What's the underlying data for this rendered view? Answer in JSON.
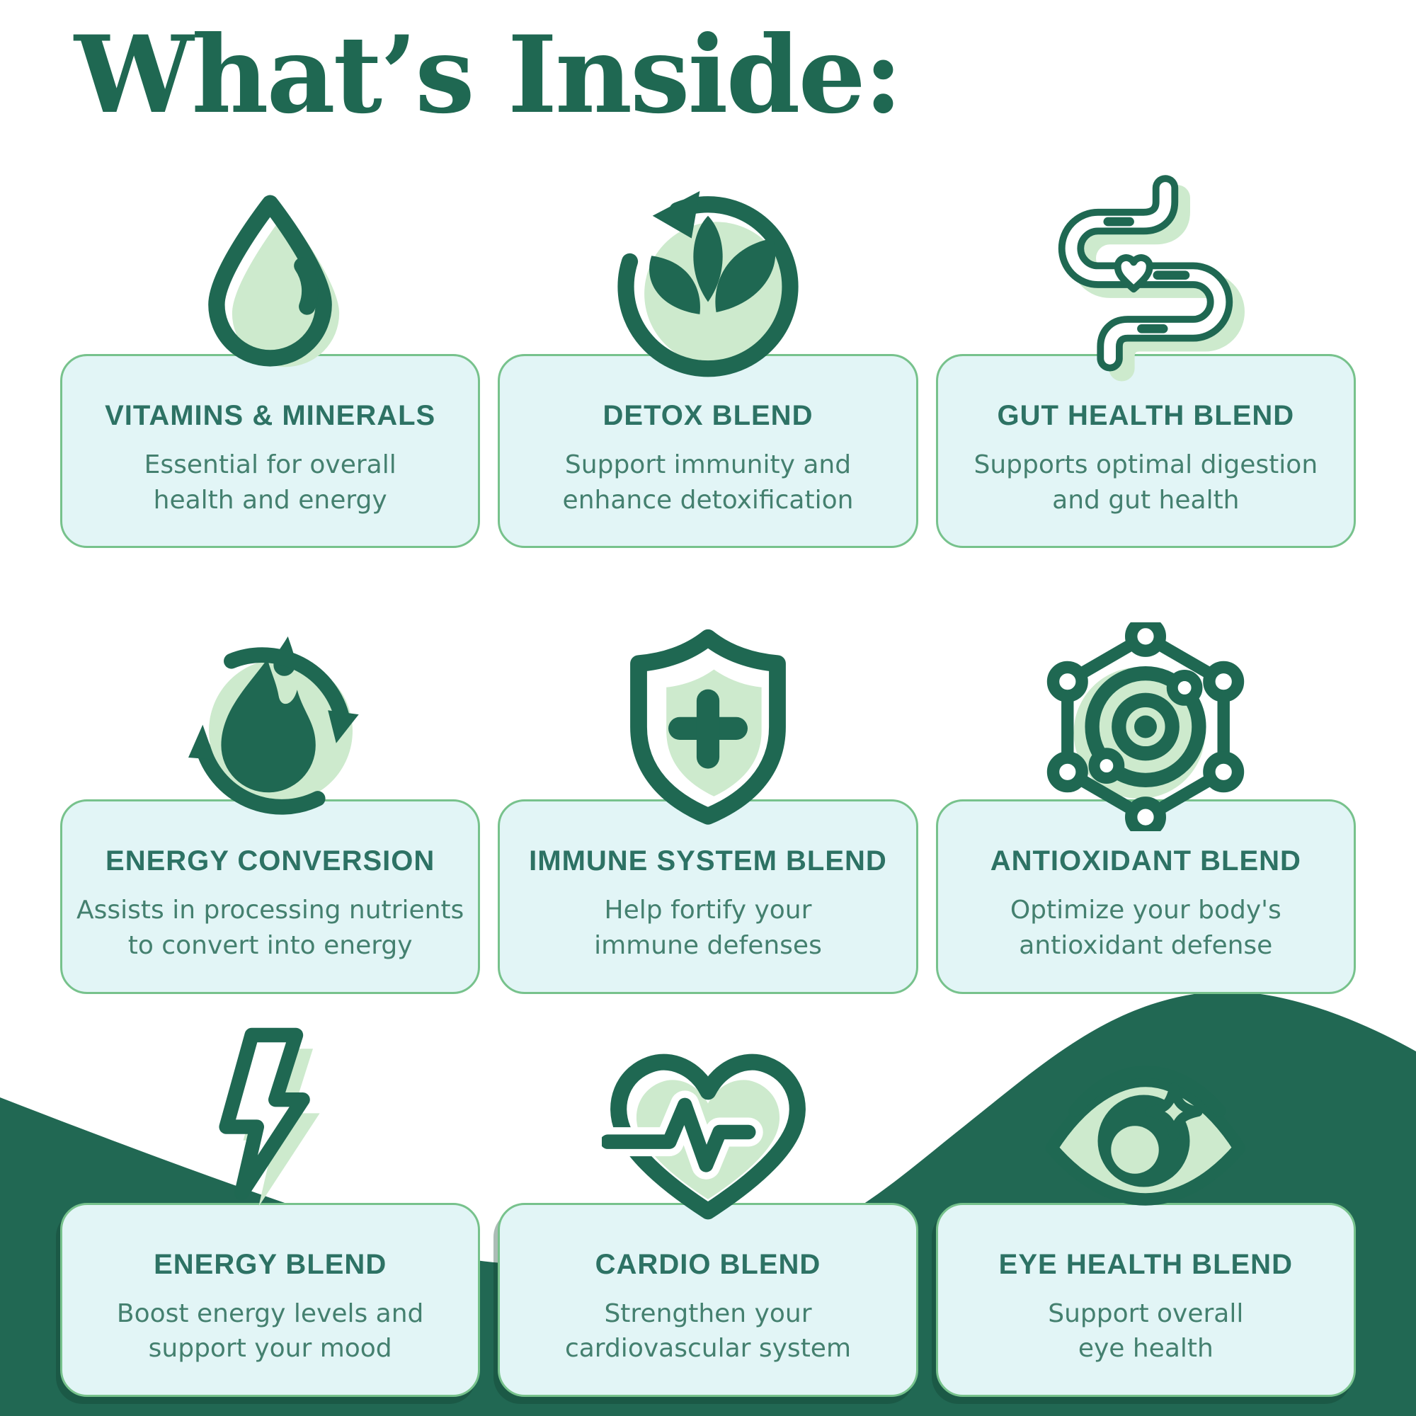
{
  "title": "What’s Inside:",
  "cards": [
    {
      "icon": "water-drop-icon",
      "title": "VITAMINS & MINERALS",
      "description": "Essential for overall\nhealth and energy"
    },
    {
      "icon": "detox-leaves-icon",
      "title": "DETOX BLEND",
      "description": "Support immunity and\nenhance detoxification"
    },
    {
      "icon": "gut-intestine-icon",
      "title": "GUT HEALTH BLEND",
      "description": "Supports optimal digestion\nand gut health"
    },
    {
      "icon": "flame-cycle-icon",
      "title": "ENERGY CONVERSION",
      "description": "Assists in processing nutrients\nto convert into energy"
    },
    {
      "icon": "shield-plus-icon",
      "title": "IMMUNE SYSTEM BLEND",
      "description": "Help fortify your\nimmune defenses"
    },
    {
      "icon": "antioxidant-molecule-icon",
      "title": "ANTIOXIDANT BLEND",
      "description": "Optimize your body's\nantioxidant defense"
    },
    {
      "icon": "lightning-bolt-icon",
      "title": "ENERGY BLEND",
      "description": "Boost energy levels and\nsupport your mood"
    },
    {
      "icon": "heart-pulse-icon",
      "title": "CARDIO BLEND",
      "description": "Strengthen your\ncardiovascular system"
    },
    {
      "icon": "eye-sparkle-icon",
      "title": "EYE HEALTH BLEND",
      "description": "Support overall\neye health"
    }
  ],
  "colors": {
    "ink": "#1f6852",
    "light_green": "#cdeacd",
    "card_bg": "#e2f5f6",
    "card_border": "#77c28c",
    "heading": "#2d7264",
    "body_text": "#44806f",
    "wave": "#216853",
    "background": "#ffffff"
  }
}
